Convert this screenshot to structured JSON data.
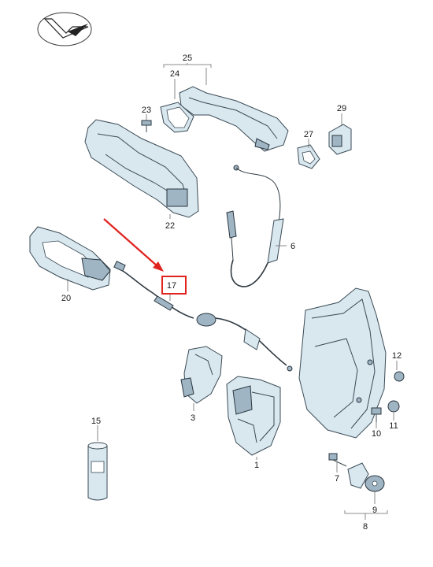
{
  "logo": {
    "icon": "checkmark-logo-icon"
  },
  "callouts": [
    {
      "id": "1",
      "text": "1"
    },
    {
      "id": "3",
      "text": "3"
    },
    {
      "id": "6",
      "text": "6"
    },
    {
      "id": "7",
      "text": "7"
    },
    {
      "id": "8",
      "text": "8"
    },
    {
      "id": "9",
      "text": "9"
    },
    {
      "id": "10",
      "text": "10"
    },
    {
      "id": "11",
      "text": "11"
    },
    {
      "id": "12",
      "text": "12"
    },
    {
      "id": "15",
      "text": "15"
    },
    {
      "id": "17",
      "text": "17"
    },
    {
      "id": "20",
      "text": "20"
    },
    {
      "id": "22",
      "text": "22"
    },
    {
      "id": "23",
      "text": "23"
    },
    {
      "id": "24",
      "text": "24"
    },
    {
      "id": "25",
      "text": "25"
    },
    {
      "id": "27",
      "text": "27"
    },
    {
      "id": "29",
      "text": "29"
    }
  ],
  "highlight": {
    "target": "17",
    "color": "#e0231f"
  },
  "colors": {
    "part_fill": "#d9e7ef",
    "part_shade": "#9fb5c3",
    "outline": "#3a4a55",
    "accent": "#e0231f"
  }
}
